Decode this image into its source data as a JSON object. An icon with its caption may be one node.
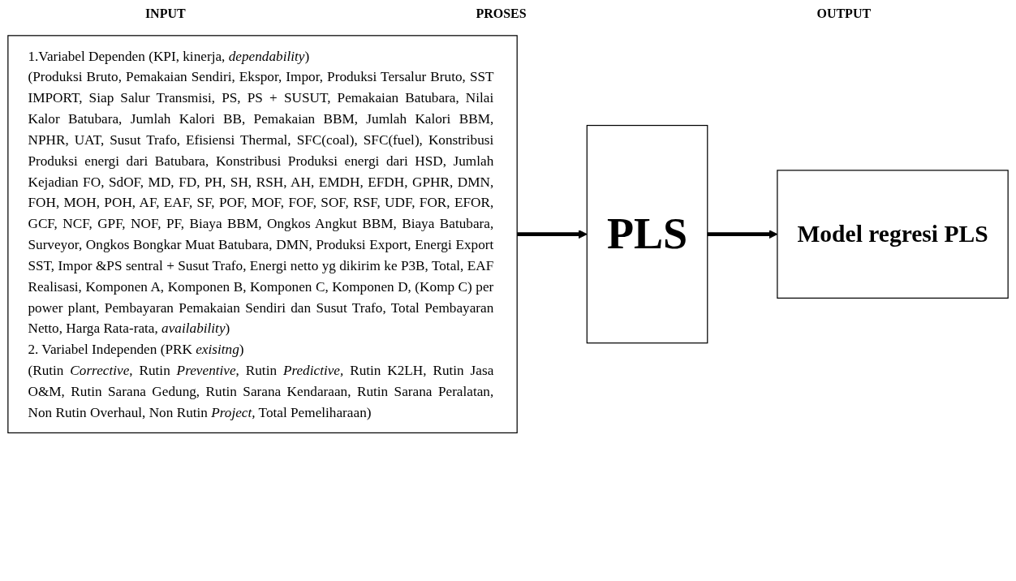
{
  "diagram": {
    "nodes": [
      {
        "text": [
          "1.Variabel Dependen (KPI, kinerja, *dependability*)",
          "(Produksi Bruto, Pemakaian Sendiri, Ekspor, Impor, Produksi Tersalur Bruto, SST IMPORT, Siap Salur Transmisi, PS, PS + SUSUT, Pemakaian Batubara, Nilai Kalor Batubara, Jumlah Kalori BB, Pemakaian BBM, Jumlah Kalori BBM, NPHR, UAT, Susut Trafo, Efisiensi Thermal, SFC(coal), SFC(fuel), Konstribusi Produksi energi dari Batubara, Konstribusi Produksi energi dari HSD, Jumlah Kejadian FO, SdOF, MD, FD, PH, SH, RSH, AH, EMDH, EFDH, GPHR, DMN, FOH, MOH, POH, AF, EAF, SF, POF, MOF, FOF, SOF, RSF, UDF, FOR, EFOR, GCF, NCF, GPF, NOF, PF, Biaya BBM, Ongkos Angkut BBM, Biaya Batubara, Surveyor, Ongkos Bongkar Muat Batubara, DMN, Produksi Export, Energi Export SST, Impor &PS sentral + Susut Trafo, Energi netto yg dikirim ke P3B, Total, EAF Realisasi, Komponen A, Komponen B, Komponen C, Komponen D, (Komp C) per power plant, Pembayaran Pemakaian Sendiri dan Susut Trafo, Total Pembayaran Netto, Harga Rata-rata, *availability*)",
          "2. Variabel Independen (PRK *exisitng*)",
          "(Rutin *Corrective*, Rutin *Preventive*, Rutin *Predictive,* Rutin K2LH, Rutin Jasa O&M, Rutin Sarana Gedung, Rutin Sarana Kendaraan, Rutin Sarana Peralatan, Non Rutin Overhaul, Non Rutin *Project,* Total Pemeliharaan)"
        ]
      },
      {
        "text": [
          "PLS"
        ]
      },
      {
        "text": [
          "Model regresi PLS"
        ]
      }
    ],
    "edges": [
      {
        "from": 0,
        "to": 1,
        "arrow": "to"
      },
      {
        "from": 1,
        "to": 2,
        "arrow": "to"
      }
    ],
    "labels": [
      "INPUT",
      "PROSES",
      "OUTPUT"
    ]
  }
}
